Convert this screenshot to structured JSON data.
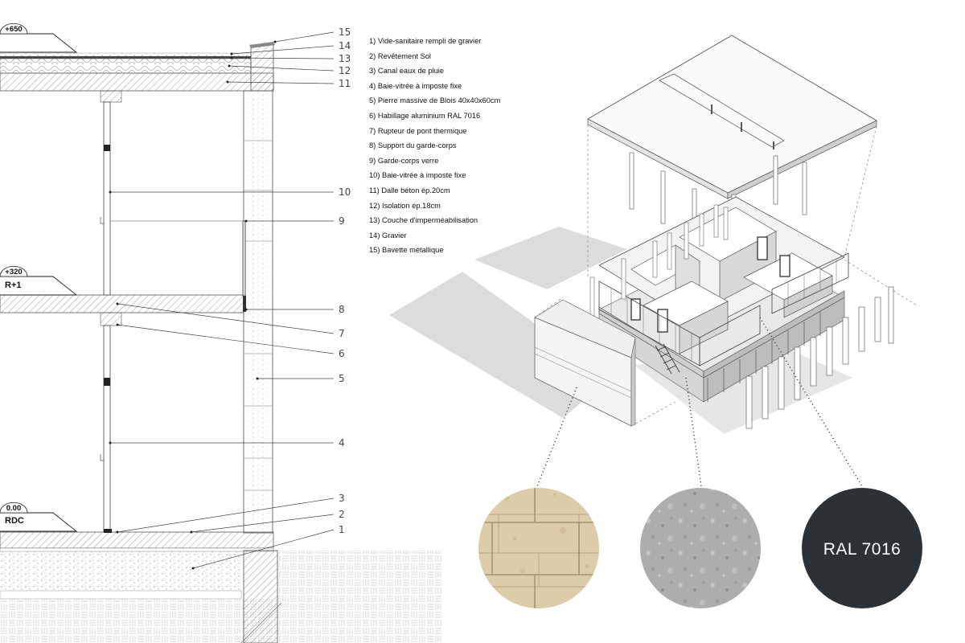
{
  "section": {
    "levels": [
      {
        "elevation": "+650",
        "name": ""
      },
      {
        "elevation": "+320",
        "name": "R+1"
      },
      {
        "elevation": "0.00",
        "name": "RDC"
      }
    ],
    "callout_numbers": [
      "15",
      "14",
      "13",
      "12",
      "11",
      "10",
      "9",
      "8",
      "7",
      "6",
      "5",
      "4",
      "3",
      "2",
      "1"
    ]
  },
  "legend": {
    "items": [
      "1) Vide-sanitaire rempli de gravier",
      "2) Revêtement Sol",
      "3) Canal eaux de pluie",
      "4) Baie-vitrée à imposte fixe",
      "5) Pierre massive de Blois 40x40x60cm",
      "6) Habillage aluminium RAL 7016",
      "7) Rupteur de pont thermique",
      "8) Support du garde-corps",
      "9) Garde-corps verre",
      "10) Baie-vitrée à imposte fixe",
      "11) Dalle béton ép.20cm",
      "12) Isolation ép.18cm",
      "13) Couche d'imperméabilisation",
      "14) Gravier",
      "15) Bavette métallique"
    ]
  },
  "swatches": {
    "ral_label": "RAL 7016",
    "ral_color": "#2b3134",
    "stone_color": "#d9c8a8",
    "concrete_color": "#a9a9a9"
  }
}
